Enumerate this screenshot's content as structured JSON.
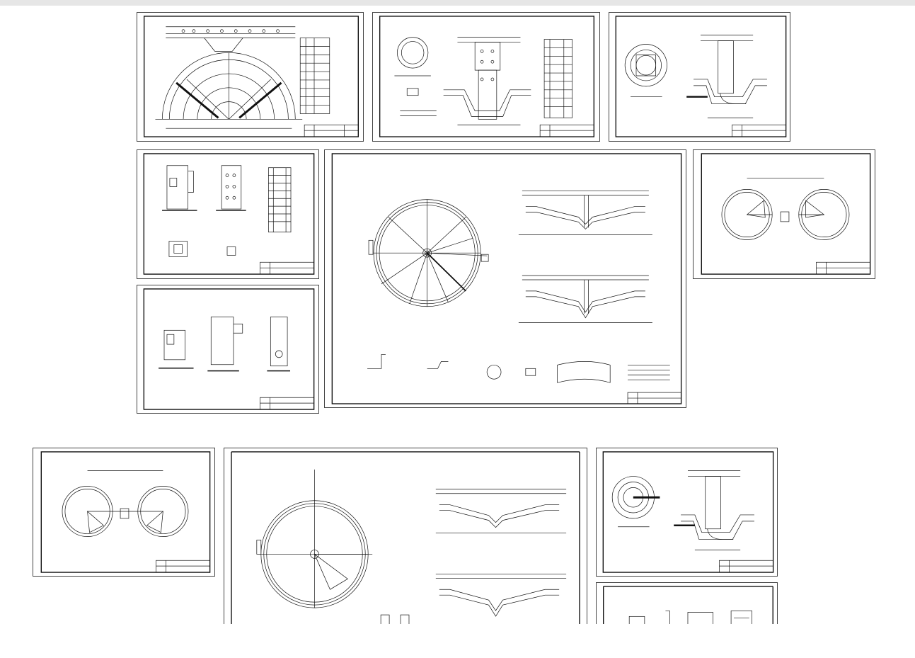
{
  "viewer": {
    "colors": {
      "line": "#111111",
      "sheet_border": "#444444",
      "background": "#ffffff"
    }
  },
  "sheets": [
    {
      "id": "sheet-1-plan-halfcircle",
      "kind": "half-circle-plan"
    },
    {
      "id": "sheet-2-center-column",
      "kind": "center-column"
    },
    {
      "id": "sheet-3-inlet-pipe",
      "kind": "inlet-pipe"
    },
    {
      "id": "sheet-4-well-details",
      "kind": "well-details"
    },
    {
      "id": "sheet-5-clarifier-main",
      "kind": "clarifier-main"
    },
    {
      "id": "sheet-6-twin-tanks",
      "kind": "twin-tanks"
    },
    {
      "id": "sheet-7-chamber-details",
      "kind": "chamber-details"
    },
    {
      "id": "sheet-8-twin-tanks-b",
      "kind": "twin-tanks"
    },
    {
      "id": "sheet-9-clarifier-main-b",
      "kind": "clarifier-main"
    },
    {
      "id": "sheet-10-inlet-pipe-b",
      "kind": "inlet-pipe"
    },
    {
      "id": "sheet-11-partial",
      "kind": "partial"
    }
  ]
}
